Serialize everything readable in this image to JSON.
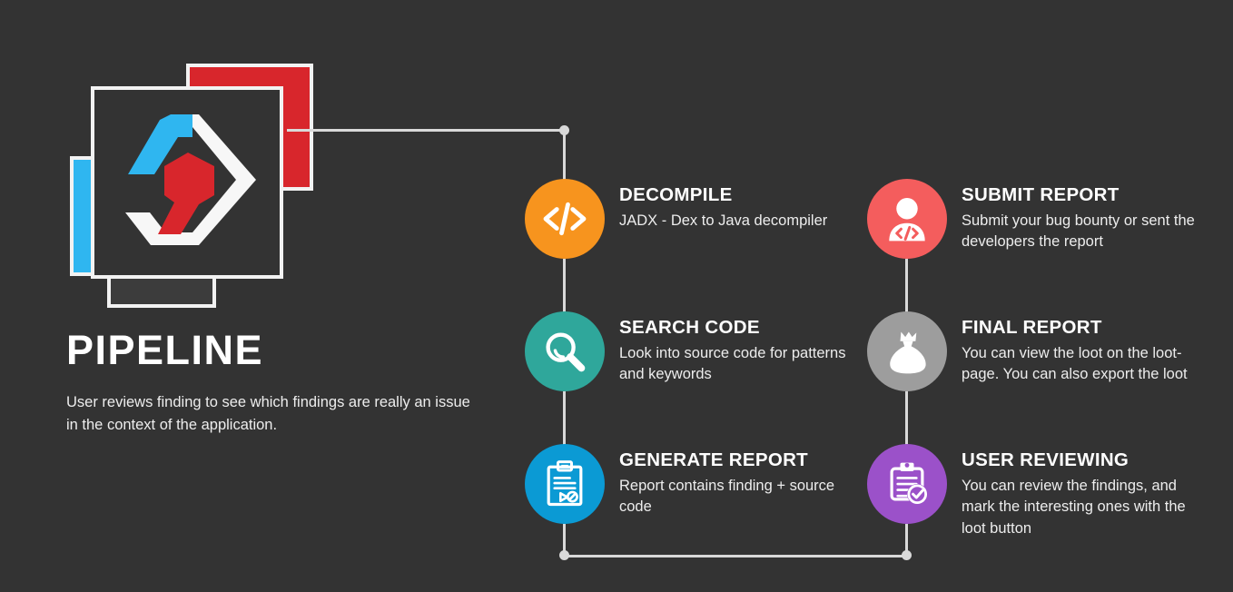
{
  "theme": {
    "background": "#333333",
    "connector": "#d9d9d9",
    "text_primary": "#ffffff",
    "text_secondary": "#ededed"
  },
  "logo": {
    "name": "pipeline-hexagon-logo",
    "square_red": "#D8262C",
    "square_blue": "#2FB6F0",
    "hex_white": "#f7f7f7",
    "hex_blue": "#2FB6F0",
    "hex_red": "#D8262C"
  },
  "header": {
    "title": "PIPELINE",
    "subtitle": "User reviews finding to see which findings are really an issue in the context of the application."
  },
  "steps": {
    "left": [
      {
        "id": "decompile",
        "title": "DECOMPILE",
        "desc": "JADX - Dex to Java decompiler",
        "color": "#F7941E",
        "icon": "code-brackets-icon"
      },
      {
        "id": "search-code",
        "title": "SEARCH CODE",
        "desc": "Look into source code for patterns and keywords",
        "color": "#2FA79B",
        "icon": "magnifier-icon"
      },
      {
        "id": "generate-report",
        "title": "GENERATE REPORT",
        "desc": "Report contains finding + source code",
        "color": "#0B9AD4",
        "icon": "clipboard-chart-icon"
      }
    ],
    "right": [
      {
        "id": "submit-report",
        "title": "SUBMIT REPORT",
        "desc": "Submit your bug bounty or sent the developers the report",
        "color": "#F45D5D",
        "icon": "developer-person-icon"
      },
      {
        "id": "final-report",
        "title": "FINAL REPORT",
        "desc": "You can view the loot on the loot-page. You can also export the loot",
        "color": "#9D9D9D",
        "icon": "money-bag-icon"
      },
      {
        "id": "user-reviewing",
        "title": "USER REVIEWING",
        "desc": "You can review the findings, and mark the interesting ones with the loot button",
        "color": "#9B51C9",
        "icon": "clipboard-check-icon"
      }
    ]
  }
}
